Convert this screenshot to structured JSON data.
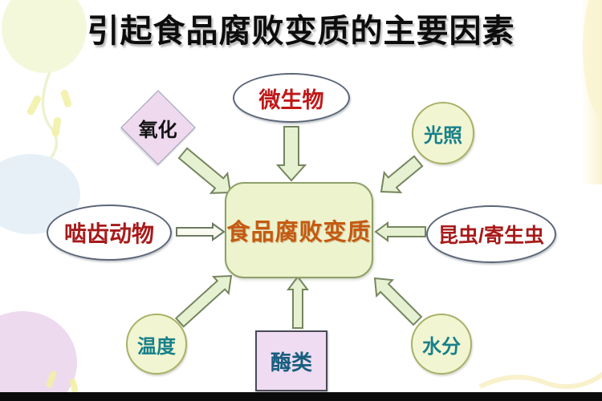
{
  "title": "引起食品腐败变质的主要因素",
  "diagram": {
    "center": {
      "label": "食品腐败变质"
    },
    "nodes": {
      "microbe": {
        "label": "微生物",
        "shape": "ellipse"
      },
      "oxidation": {
        "label": "氧化",
        "shape": "diamond"
      },
      "light": {
        "label": "光照",
        "shape": "circle"
      },
      "rodent": {
        "label": "啮齿动物",
        "shape": "ellipse"
      },
      "insect": {
        "label": "昆虫/寄生虫",
        "shape": "ellipse"
      },
      "temperature": {
        "label": "温度",
        "shape": "circle"
      },
      "enzyme": {
        "label": "酶类",
        "shape": "rectangle"
      },
      "moisture": {
        "label": "水分",
        "shape": "circle"
      }
    },
    "colors": {
      "center_fill": "#edf3cd",
      "center_border": "#8fa06a",
      "center_text": "#c45a11",
      "arrow_fill": "#e6f1d2",
      "arrow_stroke": "#75855f",
      "ellipse_fill": "#ffffff",
      "ellipse_border": "#5c6678",
      "red_text": "#a81a1a",
      "teal_text": "#17808a",
      "pale_circle_fill": "#f2f5d2",
      "pale_circle_border": "#a9b168",
      "diamond_fill": "#eed9ef",
      "enzyme_fill": "#efdcf2",
      "title_text": "#0d0d0d"
    }
  }
}
